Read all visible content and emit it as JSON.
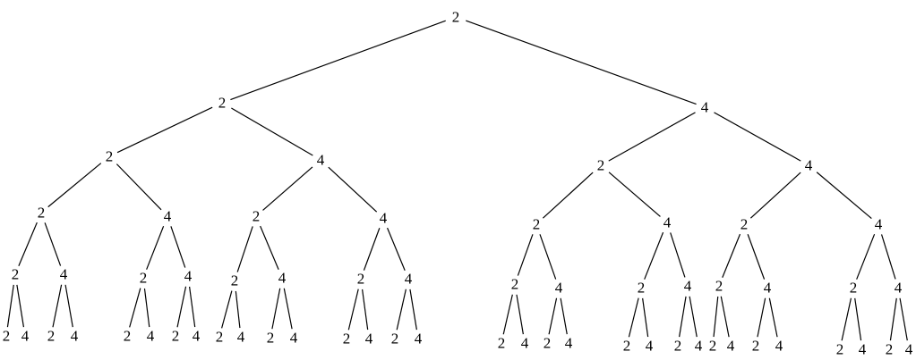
{
  "tree": {
    "label": "2",
    "children": [
      {
        "label": "2",
        "children": [
          {
            "label": "2",
            "children": [
              {
                "label": "2",
                "children": [
                  {
                    "label": "2",
                    "children": [
                      {
                        "label": "2"
                      },
                      {
                        "label": "4"
                      }
                    ]
                  },
                  {
                    "label": "4",
                    "children": [
                      {
                        "label": "2"
                      },
                      {
                        "label": "4"
                      }
                    ]
                  }
                ]
              },
              {
                "label": "4",
                "children": [
                  {
                    "label": "2",
                    "children": [
                      {
                        "label": "2"
                      },
                      {
                        "label": "4"
                      }
                    ]
                  },
                  {
                    "label": "4",
                    "children": [
                      {
                        "label": "2"
                      },
                      {
                        "label": "4"
                      }
                    ]
                  }
                ]
              }
            ]
          },
          {
            "label": "4",
            "children": [
              {
                "label": "2",
                "children": [
                  {
                    "label": "2",
                    "children": [
                      {
                        "label": "2"
                      },
                      {
                        "label": "4"
                      }
                    ]
                  },
                  {
                    "label": "4",
                    "children": [
                      {
                        "label": "2"
                      },
                      {
                        "label": "4"
                      }
                    ]
                  }
                ]
              },
              {
                "label": "4",
                "children": [
                  {
                    "label": "2",
                    "children": [
                      {
                        "label": "2"
                      },
                      {
                        "label": "4"
                      }
                    ]
                  },
                  {
                    "label": "4",
                    "children": [
                      {
                        "label": "2"
                      },
                      {
                        "label": "4"
                      }
                    ]
                  }
                ]
              }
            ]
          }
        ]
      },
      {
        "label": "4",
        "children": [
          {
            "label": "2",
            "children": [
              {
                "label": "2",
                "children": [
                  {
                    "label": "2",
                    "children": [
                      {
                        "label": "2"
                      },
                      {
                        "label": "4"
                      }
                    ]
                  },
                  {
                    "label": "4",
                    "children": [
                      {
                        "label": "2"
                      },
                      {
                        "label": "4"
                      }
                    ]
                  }
                ]
              },
              {
                "label": "4",
                "children": [
                  {
                    "label": "2",
                    "children": [
                      {
                        "label": "2"
                      },
                      {
                        "label": "4"
                      }
                    ]
                  },
                  {
                    "label": "4",
                    "children": [
                      {
                        "label": "2"
                      },
                      {
                        "label": "4"
                      }
                    ]
                  }
                ]
              }
            ]
          },
          {
            "label": "4",
            "children": [
              {
                "label": "2",
                "children": [
                  {
                    "label": "2",
                    "children": [
                      {
                        "label": "2"
                      },
                      {
                        "label": "4"
                      }
                    ]
                  },
                  {
                    "label": "4",
                    "children": [
                      {
                        "label": "2"
                      },
                      {
                        "label": "4"
                      }
                    ]
                  }
                ]
              },
              {
                "label": "4",
                "children": [
                  {
                    "label": "2",
                    "children": [
                      {
                        "label": "2"
                      },
                      {
                        "label": "4"
                      }
                    ]
                  },
                  {
                    "label": "4",
                    "children": [
                      {
                        "label": "2"
                      },
                      {
                        "label": "4"
                      }
                    ]
                  }
                ]
              }
            ]
          }
        ]
      }
    ]
  }
}
